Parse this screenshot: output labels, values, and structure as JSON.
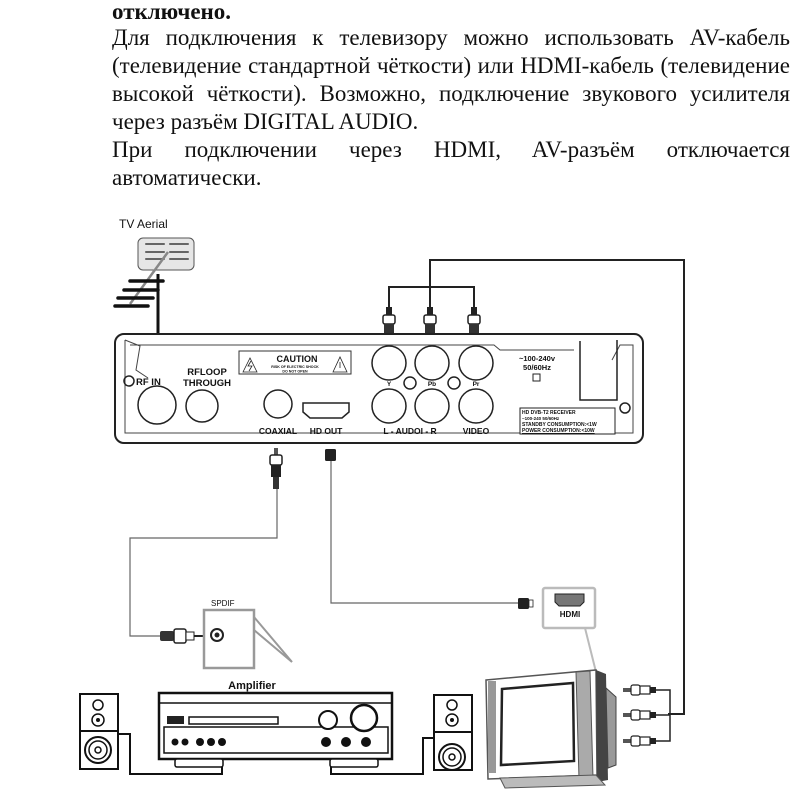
{
  "text": {
    "heading": "отключено.",
    "paragraphs": [
      "Для подключения к телевизору можно использовать AV-кабель (телевидение стандартной чёткости) или HDMI-кабель (телевидение высокой чёткости). Возможно, подключение звукового усилителя через разъём DIGITAL AUDIO.",
      "При подключении через HDMI, AV-разъём отключается автоматически."
    ]
  },
  "diagram": {
    "aerial_label": "TV Aerial",
    "receiver": {
      "rf_in": "RF IN",
      "rfloop_1": "RFLOOP",
      "rfloop_2": "THROUGH",
      "caution_title": "CAUTION",
      "caution_line1": "RISK OF ELECTRIC SHOCK",
      "caution_line2": "DO NOT OPEN",
      "coaxial": "COAXIAL",
      "hd_out": "HD OUT",
      "y": "Y",
      "pb": "Pb",
      "pr": "Pr",
      "audio": "L - AUDOI - R",
      "video": "VIDEO",
      "power_1": "~100-240v",
      "power_2": "50/60Hz",
      "spec_1": "HD DVB-T2 RECEIVER",
      "spec_2": "~100-240  50/60Hz",
      "spec_3": "STANDBY  CONSUMPTION:<1W",
      "spec_4": "POWER  CONSUMPTION:<10W"
    },
    "spdif_label": "SPDIF",
    "hdmi_label": "HDMI",
    "amplifier_label": "Amplifier"
  }
}
